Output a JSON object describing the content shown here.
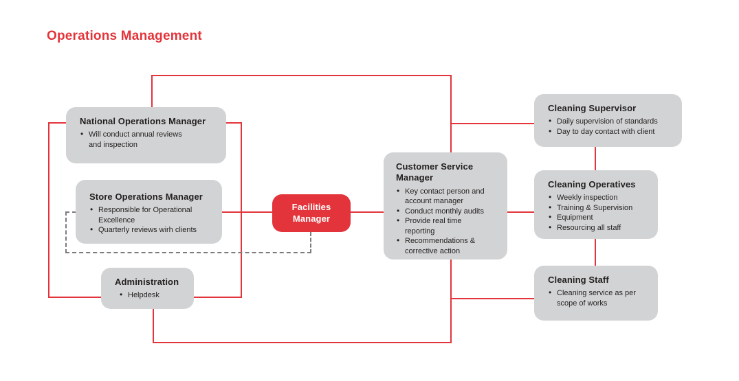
{
  "title": "Operations Management",
  "colors": {
    "accent_red": "#e2343a",
    "node_fill": "#d2d3d4",
    "node_text": "#231f20",
    "dashed_line": "#7a7b7e",
    "accent_text": "#ffffff",
    "background": "#ffffff"
  },
  "nodes": {
    "national_operations_manager": {
      "title": "National Operations Manager",
      "bullets": [
        "Will conduct annual reviews and inspection"
      ]
    },
    "store_operations_manager": {
      "title": "Store Operations Manager",
      "bullets": [
        "Responsible for Operational Excellence",
        "Quarterly reviews wirh clients"
      ]
    },
    "facilities_manager": {
      "title": "Facilities Manager",
      "bullets": []
    },
    "administration": {
      "title": "Administration",
      "bullets": [
        "Helpdesk"
      ]
    },
    "customer_service_manager": {
      "title": "Customer Service Manager",
      "bullets": [
        "Key contact person and account manager",
        "Conduct monthly audits",
        "Provide real time reporting",
        "Recommendations & corrective action"
      ]
    },
    "cleaning_supervisor": {
      "title": "Cleaning Supervisor",
      "bullets": [
        "Daily supervision of standards",
        "Day to day contact with client"
      ]
    },
    "cleaning_operatives": {
      "title": "Cleaning Operatives",
      "bullets": [
        "Weekly inspection",
        "Training & Supervision",
        "Equipment",
        "Resourcing all staff"
      ]
    },
    "cleaning_staff": {
      "title": "Cleaning Staff",
      "bullets": [
        "Cleaning service as per scope of works"
      ]
    }
  },
  "edges": [
    {
      "from": "national-operations-manager",
      "to": "customer-service-manager",
      "style": "solid"
    },
    {
      "from": "customer-service-manager",
      "to": "cleaning-supervisor",
      "style": "solid"
    },
    {
      "from": "cleaning-supervisor",
      "to": "cleaning-operatives",
      "style": "solid"
    },
    {
      "from": "customer-service-manager",
      "to": "cleaning-operatives",
      "style": "solid"
    },
    {
      "from": "cleaning-operatives",
      "to": "cleaning-staff",
      "style": "solid"
    },
    {
      "from": "customer-service-manager",
      "to": "cleaning-staff",
      "style": "solid"
    },
    {
      "from": "national-operations-manager",
      "to": "administration",
      "style": "solid"
    },
    {
      "from": "store-operations-manager",
      "to": "facilities-manager",
      "style": "solid"
    },
    {
      "from": "facilities-manager",
      "to": "customer-service-manager",
      "style": "solid"
    },
    {
      "from": "administration",
      "to": "customer-service-manager",
      "style": "solid"
    },
    {
      "from": "store-operations-manager",
      "to": "facilities-manager",
      "style": "dashed"
    }
  ]
}
